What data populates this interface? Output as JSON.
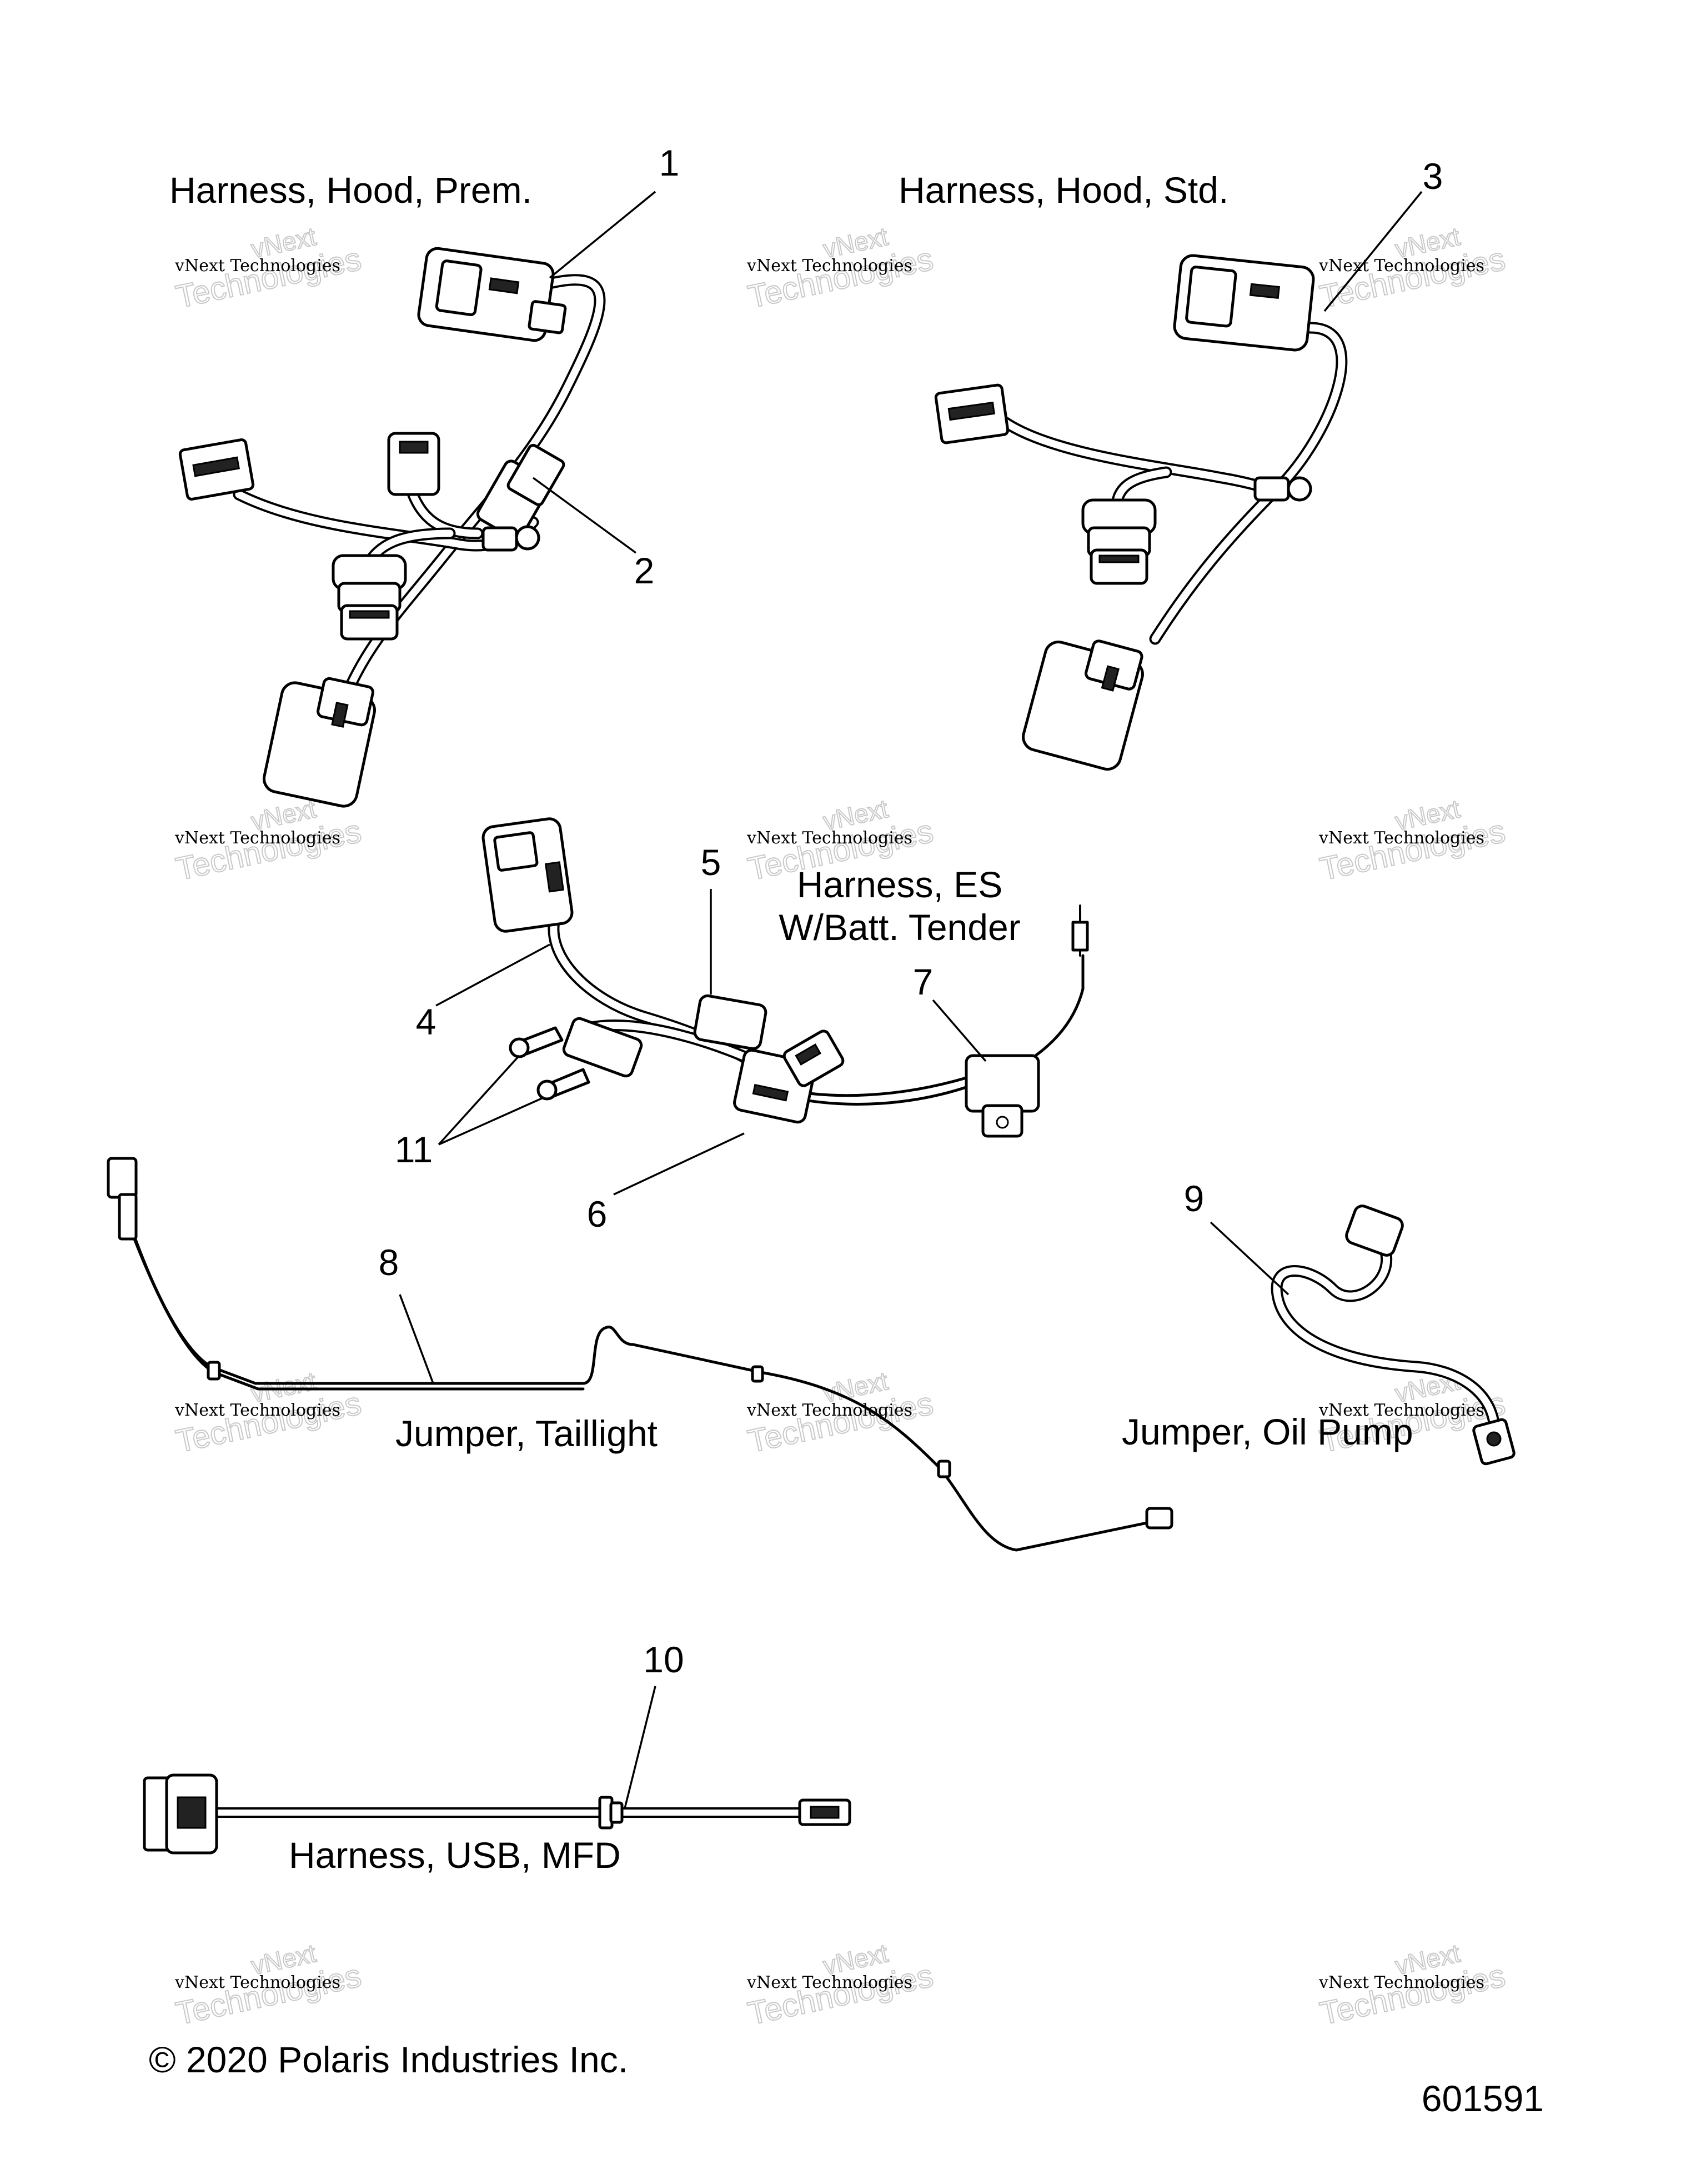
{
  "titles": {
    "hood_prem": "Harness, Hood, Prem.",
    "hood_std": "Harness, Hood, Std.",
    "es_line1": "Harness, ES",
    "es_line2": "W/Batt. Tender",
    "taillight": "Jumper, Taillight",
    "oil_pump": "Jumper, Oil Pump",
    "usb": "Harness, USB, MFD"
  },
  "callouts": [
    "1",
    "2",
    "3",
    "4",
    "5",
    "6",
    "7",
    "8",
    "9",
    "10",
    "11"
  ],
  "watermark": {
    "line1": "vNext Technologies",
    "line2": "Technologies",
    "overlay": "vNext"
  },
  "footer": {
    "copyright": "© 2020 Polaris Industries Inc.",
    "figure_number": "601591"
  }
}
